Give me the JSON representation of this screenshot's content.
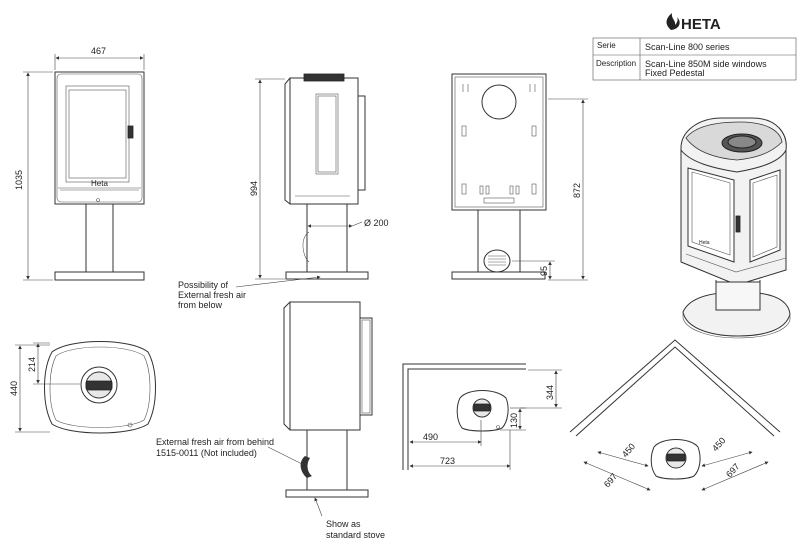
{
  "brand": "HETA",
  "title_block": {
    "rows": [
      {
        "label": "Serie",
        "value": "Scan-Line 800 series"
      },
      {
        "label": "Description",
        "value": "Scan-Line 850M side windows\nFixed Pedestal"
      }
    ]
  },
  "front_view": {
    "width": "467",
    "height": "1035"
  },
  "side_view": {
    "height": "994",
    "diameter": "Ø 200"
  },
  "back_view": {
    "height": "872",
    "vent_height": "95"
  },
  "top_view": {
    "offset": "214",
    "depth": "440"
  },
  "notes": {
    "fresh_air_below": [
      "Possibility of",
      "External fresh air",
      "from below"
    ],
    "fresh_air_behind": [
      "External fresh air from behind",
      "1515-0011 (Not included)"
    ],
    "standard_stove": [
      "Show as",
      "standard stove"
    ]
  },
  "corner_wall": {
    "x1": "490",
    "x2": "723",
    "y1": "344",
    "y2": "130"
  },
  "corner_diag": {
    "a1": "450",
    "a2": "450",
    "b1": "697",
    "b2": "697"
  }
}
